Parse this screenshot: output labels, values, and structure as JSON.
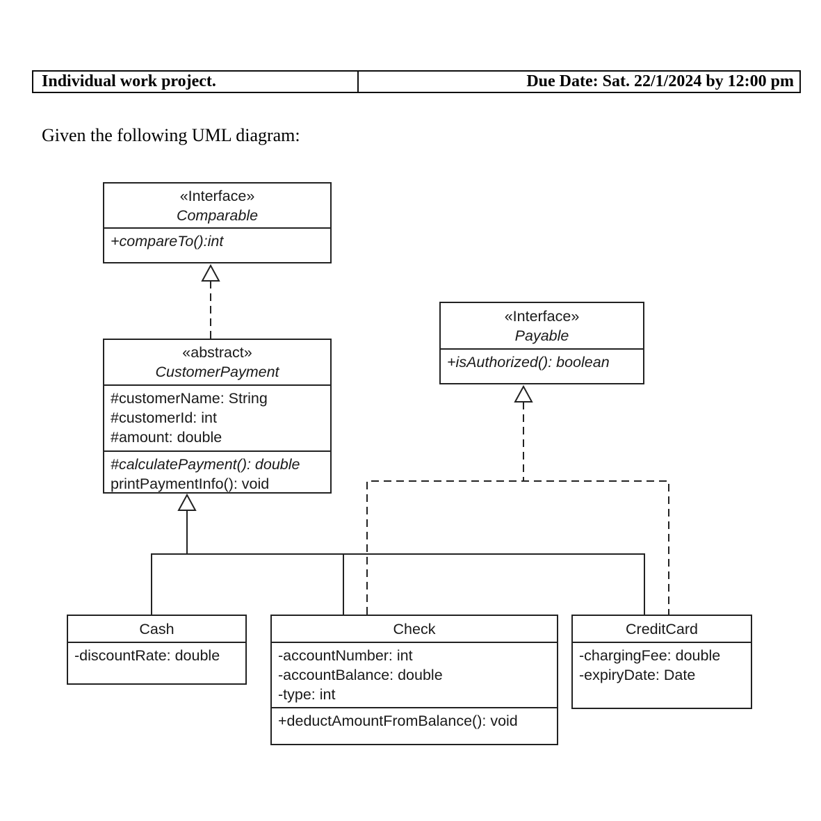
{
  "colors": {
    "ink": "#1a1a1a",
    "background": "#ffffff"
  },
  "header_table": {
    "left_cell": "Individual work project.",
    "right_cell": "Due Date: Sat. 22/1/2024 by 12:00 pm"
  },
  "intro_text": "Given the following UML diagram:",
  "diagram": {
    "classes": {
      "comparable": {
        "stereotype": "«Interface»",
        "name": "Comparable",
        "methods": [
          "+compareTo():int"
        ]
      },
      "customer_payment": {
        "stereotype": "«abstract»",
        "name": "CustomerPayment",
        "attributes": [
          "#customerName: String",
          "#customerId: int",
          "#amount: double"
        ],
        "methods": [
          "#calculatePayment(): double",
          "printPaymentInfo(): void"
        ]
      },
      "payable": {
        "stereotype": "«Interface»",
        "name": "Payable",
        "methods": [
          "+isAuthorized(): boolean"
        ]
      },
      "cash": {
        "name": "Cash",
        "attributes": [
          "-discountRate: double"
        ]
      },
      "check": {
        "name": "Check",
        "attributes": [
          "-accountNumber: int",
          "-accountBalance: double",
          "-type: int"
        ],
        "methods": [
          "+deductAmountFromBalance(): void"
        ]
      },
      "credit_card": {
        "name": "CreditCard",
        "attributes": [
          "-chargingFee: double",
          "-expiryDate: Date"
        ]
      }
    },
    "relationships": [
      {
        "type": "realization",
        "from": "CustomerPayment",
        "to": "Comparable"
      },
      {
        "type": "generalization",
        "from": "Cash",
        "to": "CustomerPayment"
      },
      {
        "type": "generalization",
        "from": "Check",
        "to": "CustomerPayment"
      },
      {
        "type": "generalization",
        "from": "CreditCard",
        "to": "CustomerPayment"
      },
      {
        "type": "realization",
        "from": "Check",
        "to": "Payable"
      },
      {
        "type": "realization",
        "from": "CreditCard",
        "to": "Payable"
      }
    ]
  }
}
